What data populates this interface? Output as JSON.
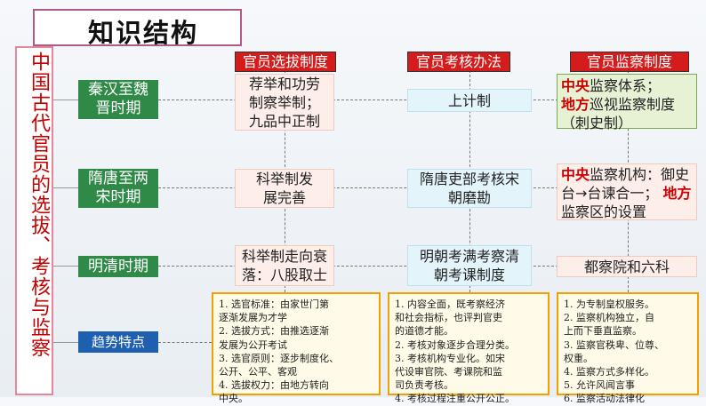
{
  "title": "知识结构",
  "left_title": "中国古代官员的选拔、考核与监察",
  "columns": [
    "官员选拔制度",
    "官员考核办法",
    "官员监察制度"
  ],
  "rows": [
    {
      "period": "秦汉至魏晋时期",
      "selection": "荐举和功劳制察举制；九品中正制",
      "assessment": "上计制",
      "supervision_red1": "中央",
      "supervision_text1": "监察体系；",
      "supervision_red2": "地方",
      "supervision_text2": "巡视监察制度（刺史制）"
    },
    {
      "period": "隋唐至两宋时期",
      "selection": "科举制发展完善",
      "assessment": "隋唐吏部考核宋朝磨勘",
      "supervision_red1": "中央",
      "supervision_text1": "监察机构：御史台→台谏合一；",
      "supervision_red2": "地方",
      "supervision_text2": "监察区的设置"
    },
    {
      "period": "明清时期",
      "selection": "科举制走向衰落：八股取士",
      "assessment": "明朝考满考察清朝考课制度",
      "supervision_text1": "都察院和六科"
    }
  ],
  "trend_label": "趋势特点",
  "trend_selection": [
    "1. 选官标准：由家世门第",
    "逐渐发展为才学",
    "2. 选拔方式：由推选逐渐",
    "发展为公开考试",
    "3. 选官原则：逐步制度化、",
    "公开、公平、客观",
    "4. 选拔权力：由地方转向",
    "中央。"
  ],
  "trend_assessment": [
    "1. 内容全面，既考察经济",
    "和社会指标，也评判官吏",
    "的道德才能。",
    "2. 考核对象逐步合理分类。",
    "3. 考核机构专业化。如宋",
    "代设审官院、考课院和监",
    "司负责考核。",
    "4. 考核过程注重公开公正。"
  ],
  "trend_supervision": [
    "1. 为专制皇权服务。",
    "2. 监察机构独立，自",
    "上而下垂直监察。",
    "3. 监察官秩卑、位尊、",
    "权重。",
    "4. 监察方式多样化。",
    "5. 允许风闻言事",
    "6. 监察活动法律化"
  ]
}
